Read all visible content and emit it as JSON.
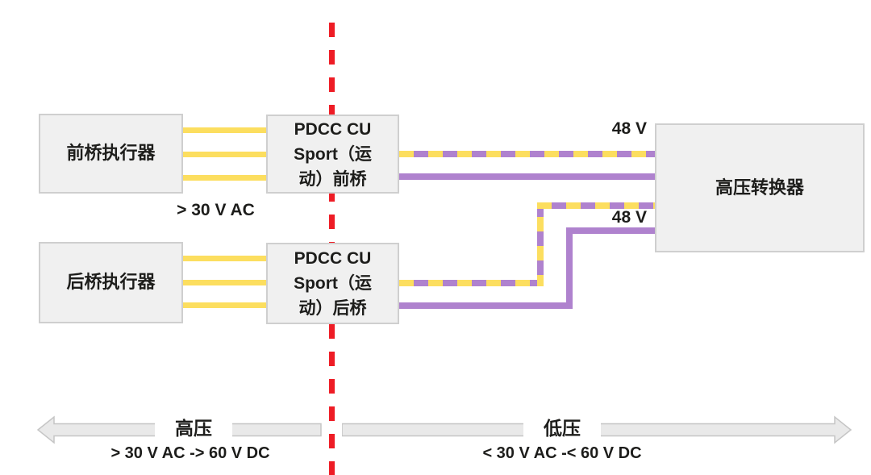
{
  "boxes": {
    "front_actuator": {
      "label": "前桥执行器"
    },
    "rear_actuator": {
      "label": "后桥执行器"
    },
    "pdcc_front": {
      "label": "PDCC CU\nSport（运\n动）前桥"
    },
    "pdcc_rear": {
      "label": "PDCC CU\nSport（运\n动）后桥"
    },
    "hv_converter": {
      "label": "高压转换器"
    }
  },
  "wire_labels": {
    "front_ac": "> 30 V AC",
    "front_48v": "48 V",
    "rear_48v": "48 V"
  },
  "zones": {
    "high_voltage": {
      "title": "高压",
      "range": "> 30 V AC -> 60 V DC"
    },
    "low_voltage": {
      "title": "低压",
      "range": "< 30 V AC -< 60 V DC"
    }
  },
  "colors": {
    "wire_yellow": "#fcde5f",
    "wire_purple": "#af82ce",
    "divider_red": "#ee1c25",
    "box_fill": "#f0f0f0",
    "box_border": "#cfcfcf",
    "arrow_fill": "#e9e9e9",
    "arrow_border": "#c5c5c5",
    "text": "#1d1d1b"
  }
}
